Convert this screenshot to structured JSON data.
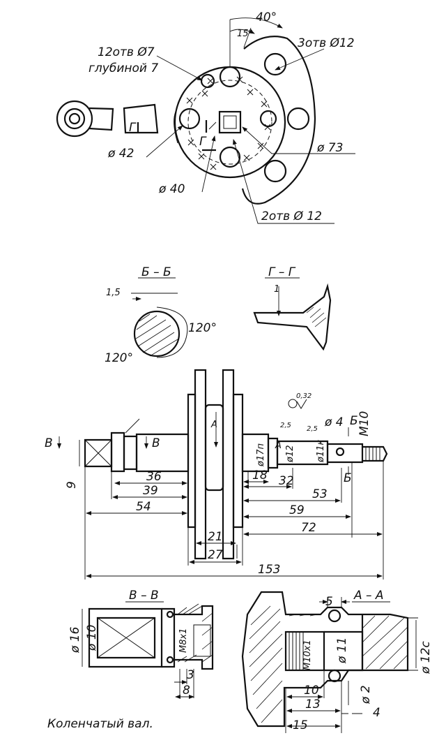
{
  "top_view": {
    "angle_40": "40°",
    "angle_15": "15°",
    "holes_12x7": "12отв Ø7",
    "depth_7": "глубиной 7",
    "holes_3x12": "3отв Ø12",
    "dia_42": "ø 42",
    "dia_73": "ø 73",
    "dia_40": "ø 40",
    "holes_2x12": "2отв Ø 12",
    "section_mark": "Г"
  },
  "section_bb": {
    "title": "Б – Б",
    "dim_1_5": "1,5",
    "angle_120_right": "120°",
    "angle_120_left": "120°"
  },
  "section_gg": {
    "title": "Г – Г",
    "dim_1": "1"
  },
  "main_view": {
    "mark_v_left": "В",
    "mark_v_inner": "В",
    "mark_a": "А",
    "mark_a2": "А",
    "mark_b_top": "Б",
    "mark_b_bottom": "Б",
    "dim_9": "9",
    "roughness_032": "0,32",
    "roughness_25a": "2,5",
    "roughness_25b": "2,5",
    "dia_17p": "ø17п",
    "dia_12": "ø12",
    "dia_11": "ø11к",
    "dia_4": "ø 4",
    "thread_m10": "М10",
    "dim_36": "36",
    "dim_39": "39",
    "dim_54": "54",
    "dim_18": "18",
    "dim_32": "32",
    "dim_53": "53",
    "dim_59": "59",
    "dim_72": "72",
    "dim_21": "21",
    "dim_27": "27",
    "dim_153": "153"
  },
  "section_vv": {
    "title": "В – В",
    "dia_16": "ø 16",
    "dia_10": "ø 10",
    "thread": "М8х1",
    "dim_3": "3",
    "dim_8": "8"
  },
  "section_aa": {
    "title": "А – А",
    "dim_5": "5",
    "thread": "М10х1",
    "dia_11": "ø 11",
    "dia_12c": "ø 12с",
    "dia_2": "ø 2",
    "dim_10": "10",
    "dim_13": "13",
    "dim_4": "4",
    "dim_15": "15"
  },
  "caption": "Коленчатый вал."
}
